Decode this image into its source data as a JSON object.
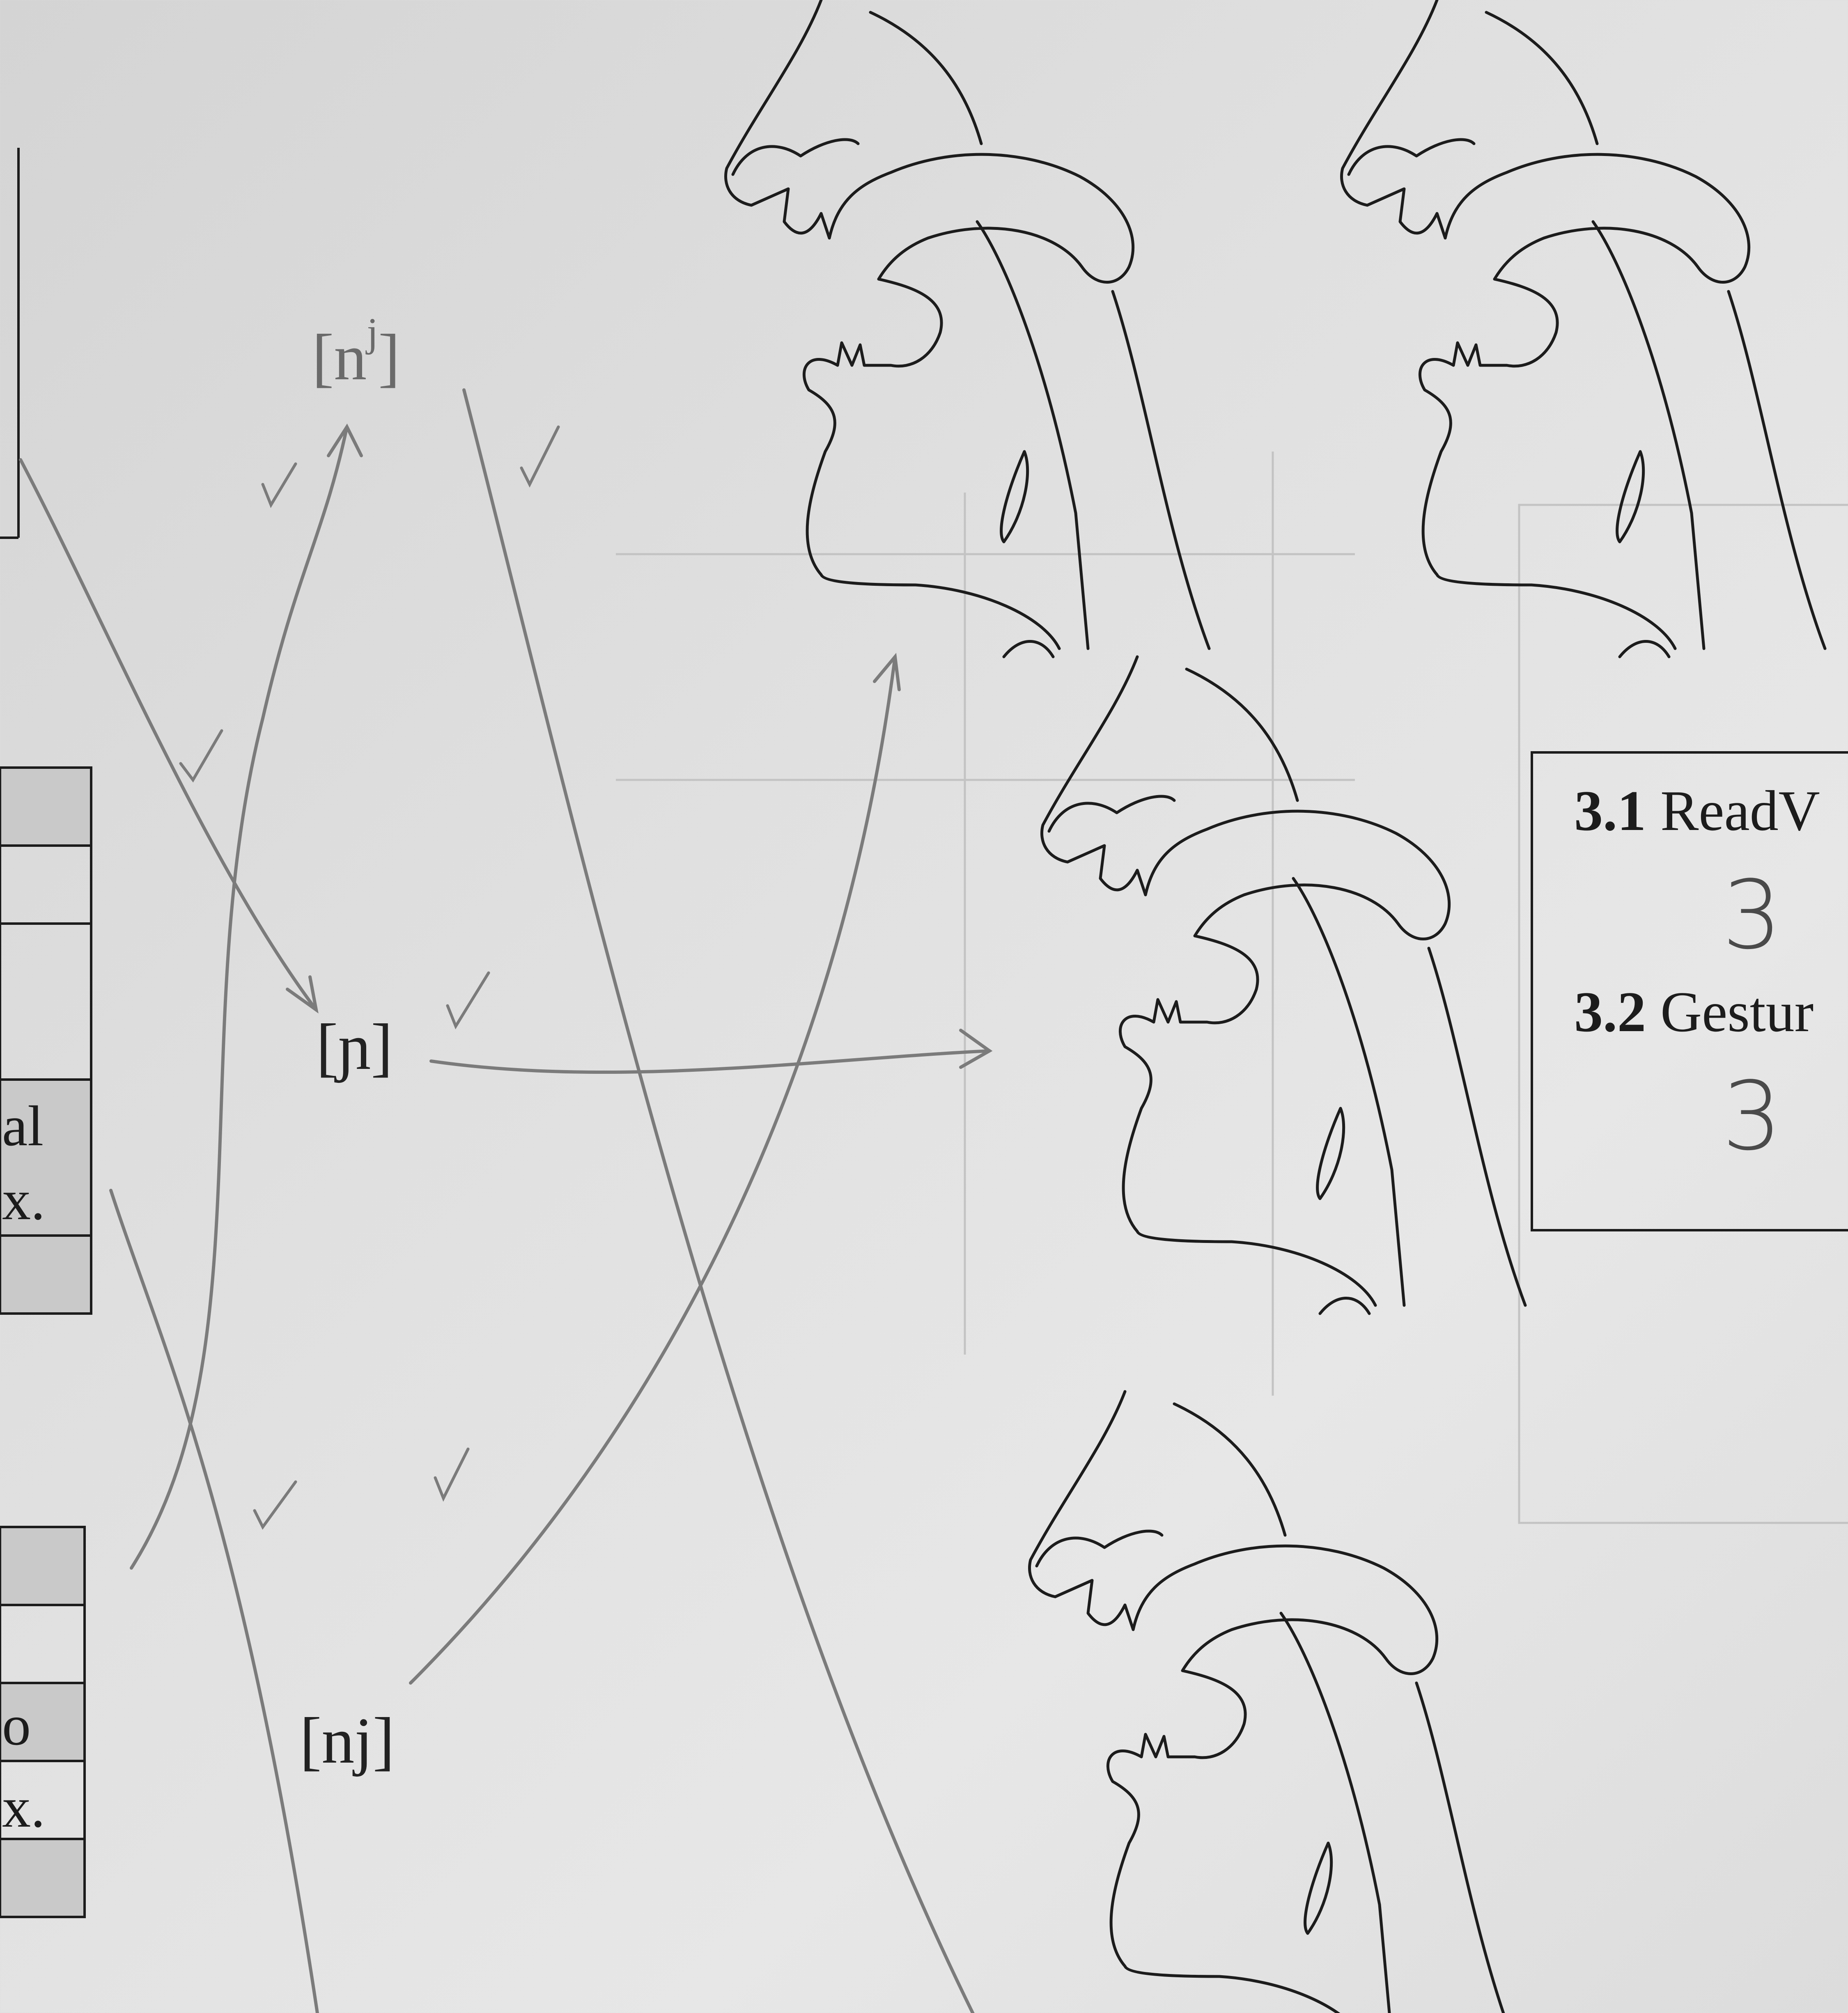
{
  "sounds": {
    "palatalized_base": "[n",
    "palatalized_sup": "j",
    "palatalized_close": "]",
    "palatal_nasal": "[ɲ]",
    "sequence": "[nj]"
  },
  "background_text": {
    "table_fragment_1": "al",
    "table_fragment_2": "x.",
    "table_fragment_3": "o",
    "table_fragment_4": "x."
  },
  "question_box": {
    "q1_number": "3.1",
    "q1_text": "ReadV",
    "q1_answer": "3",
    "q2_number": "3.2",
    "q2_text": "Gestur",
    "q2_answer": "3"
  },
  "colors": {
    "ink": "#1c1c1c",
    "pencil": "#7a7a7a",
    "table_shade": "#c9c9c9"
  }
}
